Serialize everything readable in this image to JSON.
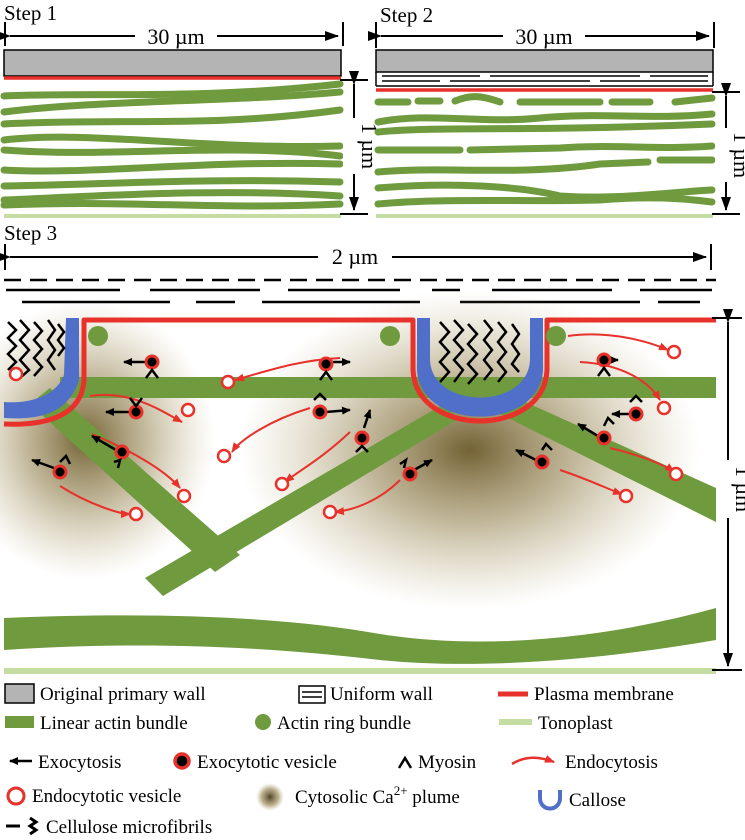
{
  "steps": {
    "step1": "Step 1",
    "step2": "Step 2",
    "step3": "Step 3"
  },
  "dimensions": {
    "width_step1": "30 µm",
    "width_step2": "30 µm",
    "width_step3": "2 µm",
    "height_step1": "1 µm",
    "height_step2": "1 µm",
    "height_step3": "1 µm"
  },
  "legend": {
    "original_primary_wall": "Original primary wall",
    "uniform_wall": "Uniform wall",
    "plasma_membrane": "Plasma membrane",
    "linear_actin_bundle": "Linear actin bundle",
    "actin_ring_bundle": "Actin ring bundle",
    "tonoplast": "Tonoplast",
    "exocytosis": "Exocytosis",
    "exocytotic_vesicle": "Exocytotic vesicle",
    "myosin": "Myosin",
    "endocytosis": "Endocytosis",
    "endocytotic_vesicle": "Endocytotic vesicle",
    "calcium_plume_prefix": "Cytosolic Ca",
    "calcium_plume_sup": "2+",
    "calcium_plume_suffix": " plume",
    "callose": "Callose",
    "cellulose_microfibrils": "Cellulose microfibrils"
  },
  "colors": {
    "wall_gray": "#b4b4b4",
    "plasma_membrane": "#e8312a",
    "actin_green": "#6f9a3e",
    "tonoplast": "#c5dca3",
    "callose_blue": "#4f6fc8",
    "plume_brown": "#6b5a2a",
    "vesicle_red": "#e8312a"
  }
}
